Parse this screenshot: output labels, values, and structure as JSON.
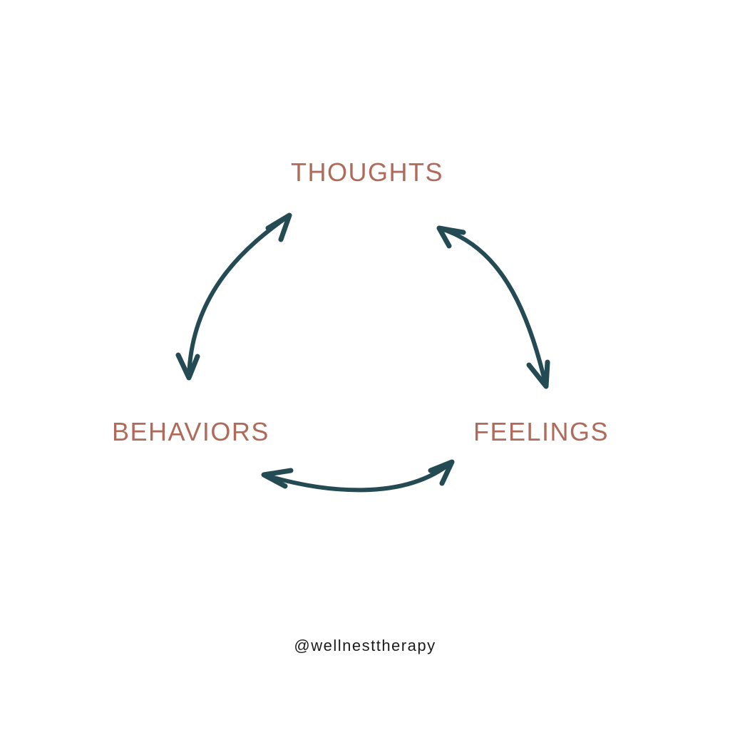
{
  "colors": {
    "label": "#b06a5a",
    "arrow": "#244b53",
    "handle": "#1c1c1c",
    "background": "#ffffff"
  },
  "diagram": {
    "nodes": {
      "thoughts": "THOUGHTS",
      "feelings": "FEELINGS",
      "behaviors": "BEHAVIORS"
    },
    "edges": [
      {
        "from": "thoughts",
        "to": "behaviors",
        "style": "double-arrow"
      },
      {
        "from": "thoughts",
        "to": "feelings",
        "style": "double-arrow"
      },
      {
        "from": "feelings",
        "to": "behaviors",
        "style": "double-arrow"
      }
    ]
  },
  "footer": {
    "handle": "@wellnesttherapy"
  }
}
